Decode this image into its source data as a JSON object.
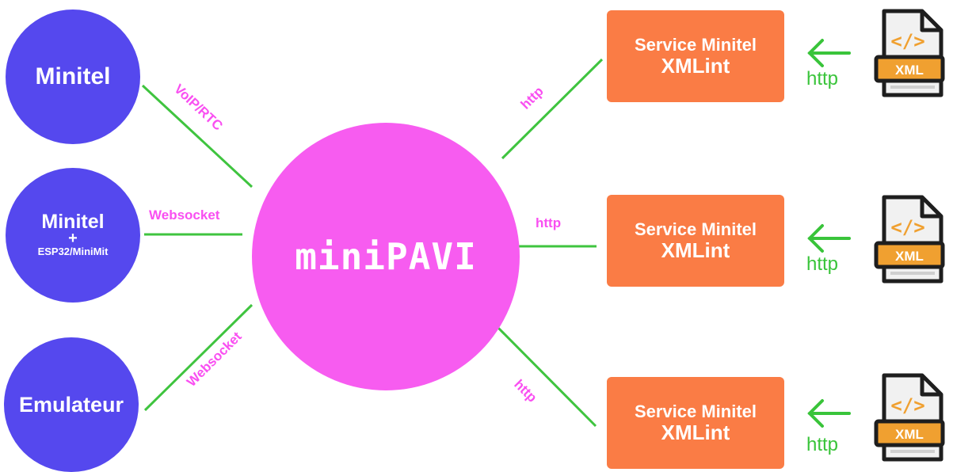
{
  "hub": {
    "label": "miniPAVI",
    "color": "#f75cf0"
  },
  "clients": [
    {
      "line1": "Minitel"
    },
    {
      "line1": "Minitel",
      "plus": "+",
      "line3": "ESP32/MiniMit"
    },
    {
      "line1": "Emulateur"
    }
  ],
  "client_color": "#5548ee",
  "connections_left": [
    "VoIP/RTC",
    "Websocket",
    "Websocket"
  ],
  "connections_right": [
    "http",
    "http",
    "http"
  ],
  "services": [
    {
      "line1": "Service Minitel",
      "line2": "XMLint"
    },
    {
      "line1": "Service Minitel",
      "line2": "XMLint"
    },
    {
      "line1": "Service Minitel",
      "line2": "XMLint"
    }
  ],
  "service_color": "#fa7c45",
  "xml_sources": [
    {
      "arrow_label": "http",
      "icon_text": "XML",
      "code_glyph": "</>",
      "icon": "xml-file-icon"
    },
    {
      "arrow_label": "http",
      "icon_text": "XML",
      "code_glyph": "</>",
      "icon": "xml-file-icon"
    },
    {
      "arrow_label": "http",
      "icon_text": "XML",
      "code_glyph": "</>",
      "icon": "xml-file-icon"
    }
  ],
  "line_color": "#3fc43f"
}
